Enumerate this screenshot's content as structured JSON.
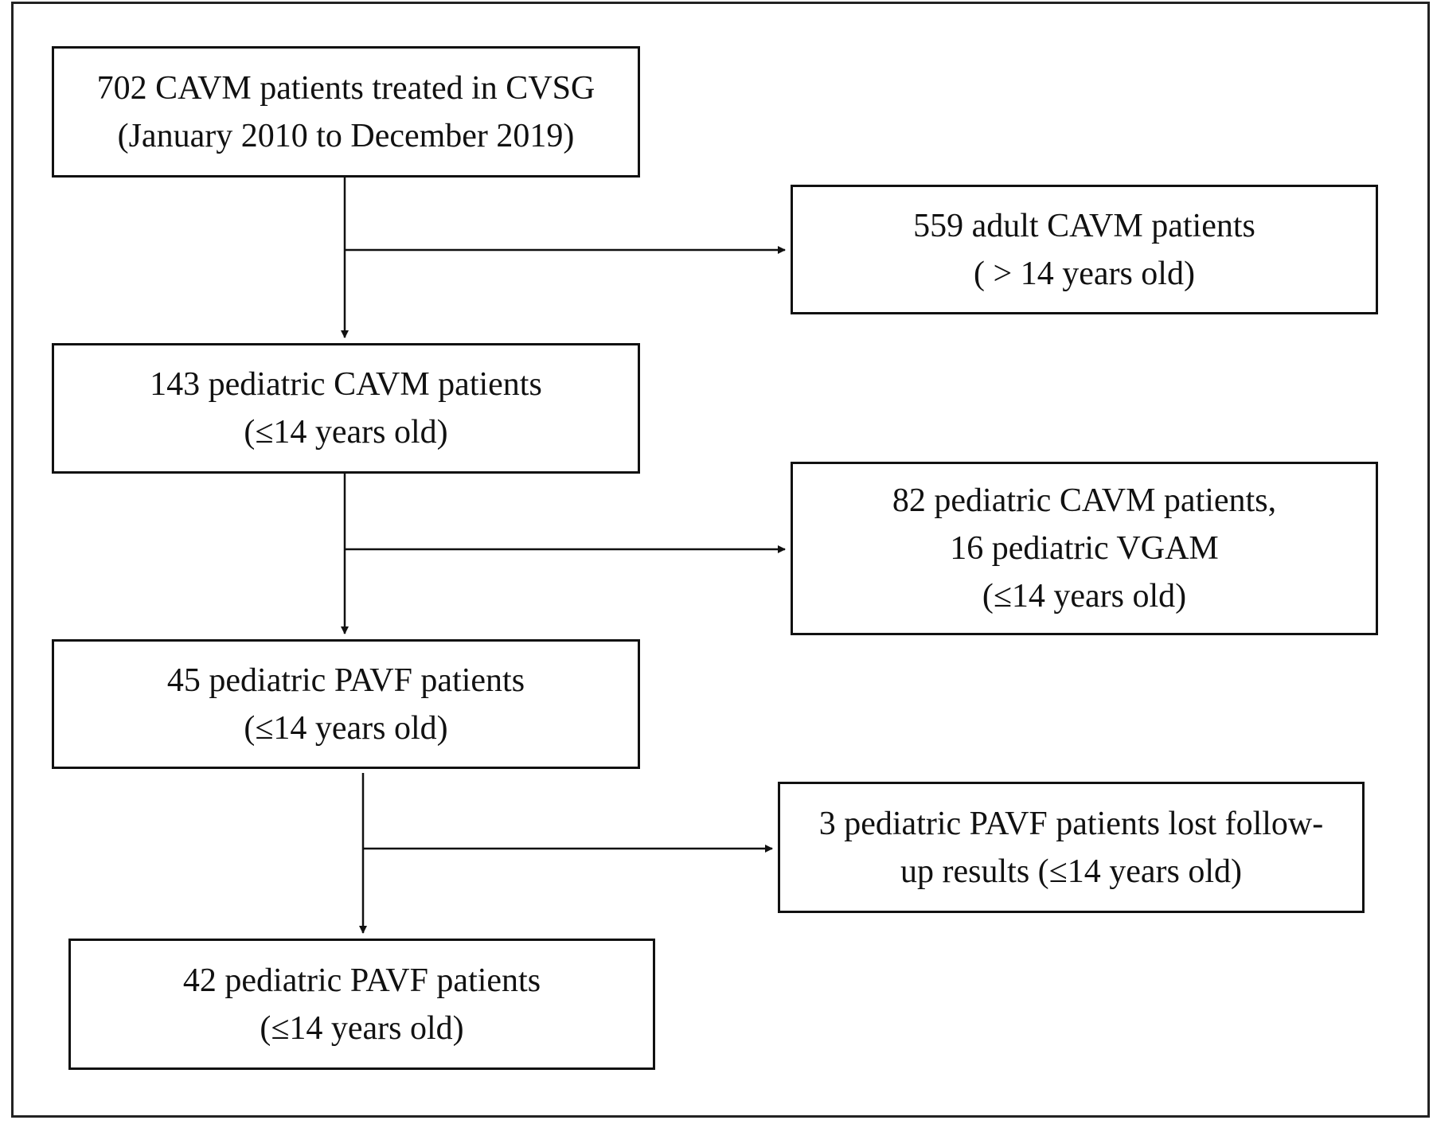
{
  "boxes": {
    "total": {
      "line1": "702 CAVM patients treated in CVSG",
      "line2": "(January 2010 to December 2019)"
    },
    "adult_excluded": {
      "line1": "559 adult CAVM patients",
      "line2": "( > 14 years old)"
    },
    "pediatric": {
      "line1": "143 pediatric CAVM patients",
      "line2": "(≤14 years old)"
    },
    "cavm_vgam_excluded": {
      "line1": "82 pediatric CAVM patients,",
      "line2": "16 pediatric VGAM",
      "line3": "(≤14 years old)"
    },
    "pavf": {
      "line1": "45 pediatric PAVF patients",
      "line2": "(≤14 years old)"
    },
    "lost_followup": {
      "line1": "3 pediatric PAVF patients lost follow-",
      "line2": "up results (≤14 years old)"
    },
    "final": {
      "line1": "42 pediatric PAVF patients",
      "line2": "(≤14 years old)"
    }
  }
}
